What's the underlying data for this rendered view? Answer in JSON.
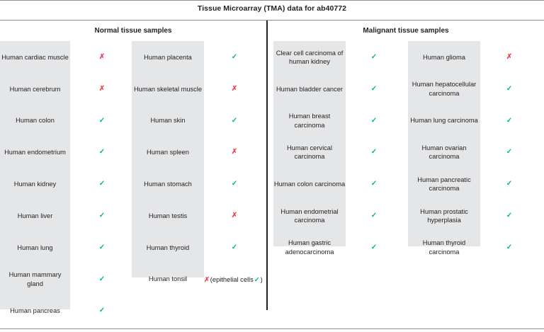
{
  "header": {
    "title": "Tissue Microarray (TMA) data for ab40772",
    "normal_section": "Normal tissue samples",
    "malignant_section": "Malignant tissue samples"
  },
  "marks": {
    "positive_glyph": "✓",
    "negative_glyph": "✗",
    "positive_color": "#00c05a",
    "negative_color": "#f0404a"
  },
  "columns": {
    "normal_col1": [
      {
        "label": "Human cardiac muscle",
        "result": "negative"
      },
      {
        "label": "Human cerebrum",
        "result": "negative"
      },
      {
        "label": "Human colon",
        "result": "positive"
      },
      {
        "label": "Human endometrium",
        "result": "positive"
      },
      {
        "label": "Human kidney",
        "result": "positive"
      },
      {
        "label": "Human liver",
        "result": "positive"
      },
      {
        "label": "Human lung",
        "result": "positive"
      },
      {
        "label": "Human mammary gland",
        "result": "positive"
      },
      {
        "label": "Human pancreas",
        "result": "positive"
      }
    ],
    "normal_col2": [
      {
        "label": "Human placenta",
        "result": "positive"
      },
      {
        "label": "Human skeletal muscle",
        "result": "negative"
      },
      {
        "label": "Human skin",
        "result": "positive"
      },
      {
        "label": "Human spleen",
        "result": "negative"
      },
      {
        "label": "Human stomach",
        "result": "positive"
      },
      {
        "label": "Human testis",
        "result": "negative"
      },
      {
        "label": "Human thyroid",
        "result": "positive"
      },
      {
        "label": "Human tonsil",
        "result": "negative",
        "note_open": "(epithelial cells",
        "note_close": ")",
        "note_result": "positive"
      }
    ],
    "malignant_col1": [
      {
        "label": "Clear cell carcinoma of human kidney",
        "result": "positive"
      },
      {
        "label": "Human bladder cancer",
        "result": "positive"
      },
      {
        "label": "Human breast carcinoma",
        "result": "positive"
      },
      {
        "label": "Human cervical carcinoma",
        "result": "positive"
      },
      {
        "label": "Human colon carcinoma",
        "result": "positive"
      },
      {
        "label": "Human endometrial carcinoma",
        "result": "positive"
      },
      {
        "label": "Human gastric adenocarcinoma",
        "result": "positive"
      }
    ],
    "malignant_col2": [
      {
        "label": "Human glioma",
        "result": "negative"
      },
      {
        "label": "Human hepatocellular carcinoma",
        "result": "positive"
      },
      {
        "label": "Human lung carcinoma",
        "result": "positive"
      },
      {
        "label": "Human ovarian carcinoma",
        "result": "positive"
      },
      {
        "label": "Human pancreatic carcinoma",
        "result": "positive"
      },
      {
        "label": "Human prostatic hyperplasia",
        "result": "positive"
      },
      {
        "label": "Human thyroid carcinoma",
        "result": "positive"
      }
    ]
  }
}
